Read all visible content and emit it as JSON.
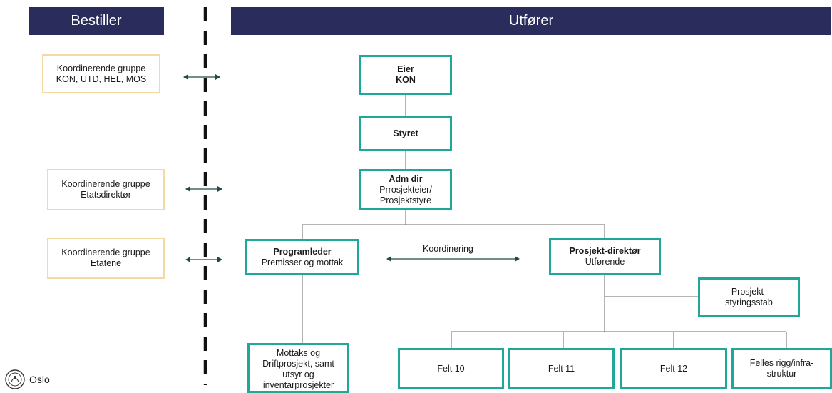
{
  "headers": {
    "left": "Bestiller",
    "right": "Utfører"
  },
  "left_boxes": [
    {
      "line1": "Koordinerende gruppe",
      "line2": "KON, UTD, HEL, MOS"
    },
    {
      "line1": "Koordinerende gruppe",
      "line2": "Etatsdirektør"
    },
    {
      "line1": "Koordinerende gruppe",
      "line2": "Etatene"
    }
  ],
  "org": {
    "owner": {
      "line1": "Eier",
      "line2": "KON"
    },
    "board": {
      "line1": "Styret"
    },
    "adm": {
      "line1": "Adm dir",
      "line2": "Prrosjekteier/",
      "line3": "Prosjektstyre"
    },
    "programleder": {
      "line1": "Programleder",
      "line2": "Premisser og mottak"
    },
    "prosjektdirektor": {
      "line1": "Prosjekt-direktør",
      "line2": "Utførende"
    },
    "stab": {
      "line1": "Prosjekt-",
      "line2": "styringsstab"
    },
    "mottak": {
      "line1": "Mottaks og",
      "line2": "Driftprosjekt, samt",
      "line3": "utsyr og",
      "line4": "inventarprosjekter"
    },
    "felt10": {
      "line1": "Felt 10"
    },
    "felt11": {
      "line1": "Felt 11"
    },
    "felt12": {
      "line1": "Felt 12"
    },
    "felles": {
      "line1": "Felles rigg/infra-",
      "line2": "struktur"
    }
  },
  "coordination_label": "Koordinering",
  "logo_text": "Oslo",
  "colors": {
    "header_bg": "#2a2d5c",
    "teal": "#1fa89a",
    "tan": "#f4d9a4",
    "arrow": "#1f4a44"
  }
}
